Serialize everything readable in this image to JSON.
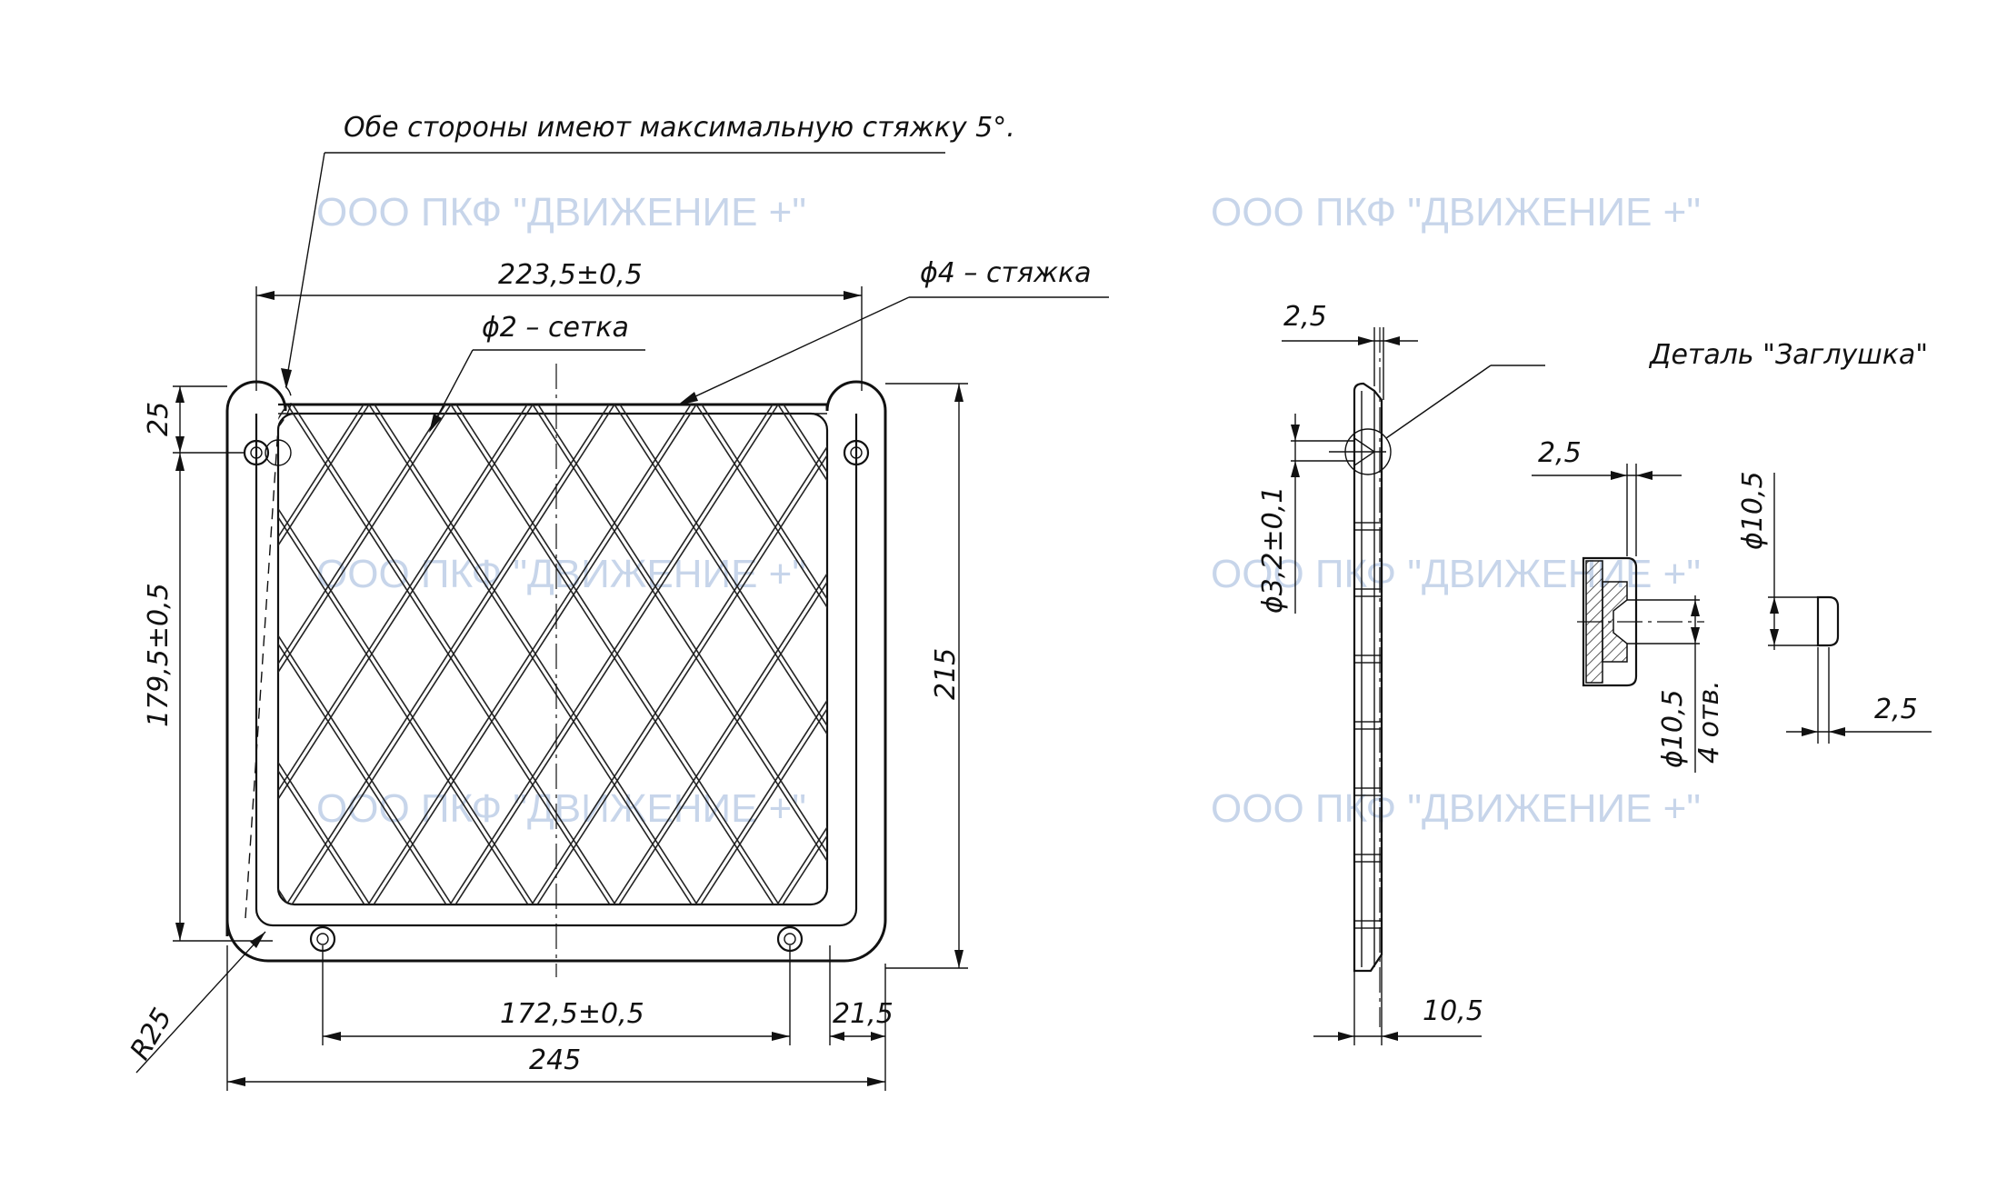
{
  "watermark": "ООО ПКФ \"ДВИЖЕНИЕ +\"",
  "notes": {
    "tension_note": "Обе стороны имеют максимальную стяжку 5°.",
    "tie_rod": "ϕ4 – стяжка",
    "mesh": "ϕ2 – сетка",
    "plug_detail": "Деталь \"Заглушка\""
  },
  "dimensions": {
    "top_width": "223,5±0,5",
    "top_offset": "25",
    "inner_height": "179,5±0,5",
    "total_height": "215",
    "corner_radius": "R25",
    "hole_spacing": "172,5±0,5",
    "side_offset": "21,5",
    "total_width": "245",
    "side_thickness": "2,5",
    "hole_diameter": "ϕ3,2±0,1",
    "side_depth": "10,5",
    "plug_wall": "2,5",
    "plug_hole": "ϕ10,5",
    "plug_hole_count": "4 отв.",
    "plug_outer": "ϕ10,5",
    "plug_length": "2,5"
  }
}
